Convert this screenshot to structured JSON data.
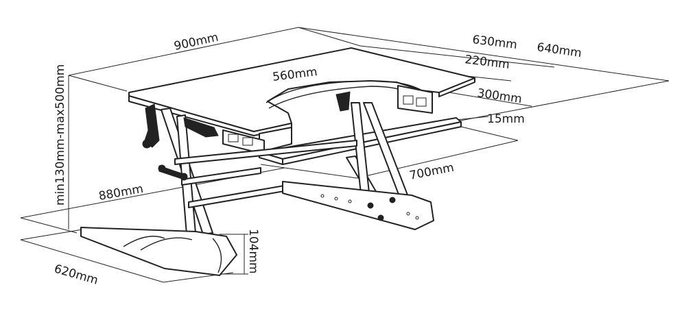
{
  "dimensions": {
    "top_width": "900mm",
    "depth_630": "630mm",
    "depth_640": "640mm",
    "keyboard_width": "560mm",
    "tray_depth": "220mm",
    "keyboard_depth": "300mm",
    "tray_thickness": "15mm",
    "keyboard_span": "700mm",
    "base_width": "880mm",
    "height_range": "min130mm-max500mm",
    "base_height": "104mm",
    "base_depth": "620mm"
  }
}
